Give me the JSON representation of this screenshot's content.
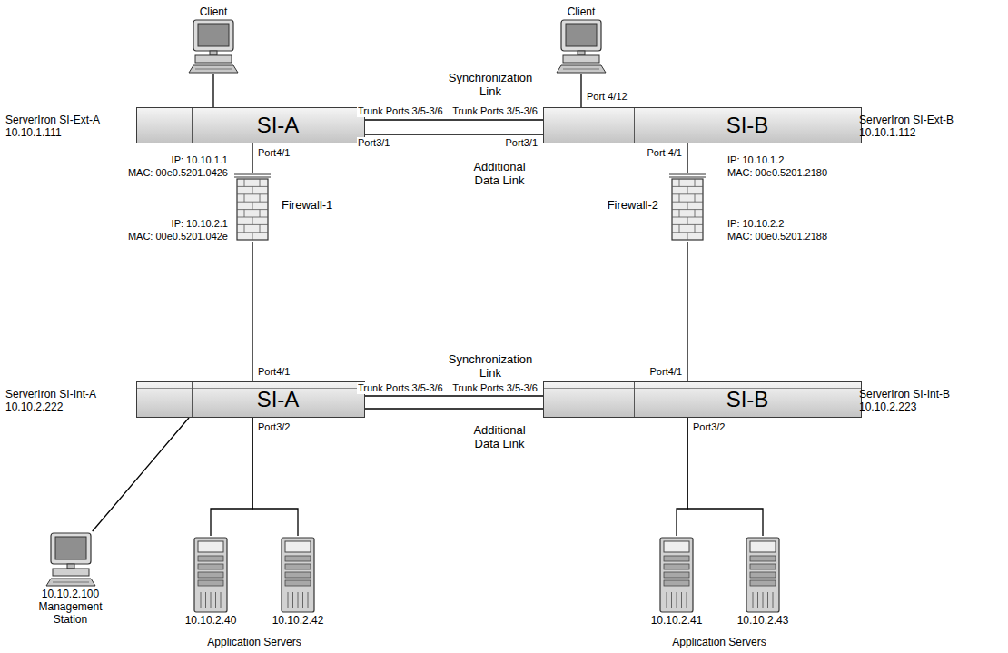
{
  "diagram": {
    "nodes": [
      {
        "text": [
          "Client"
        ]
      },
      {
        "text": [
          "Client"
        ]
      },
      {
        "text": [
          "ServerIron SI-Ext-A 10.10.1.111",
          "SI-A"
        ]
      },
      {
        "text": [
          "ServerIron SI-Ext-B 10.10.1.112",
          "SI-B"
        ]
      },
      {
        "text": [
          "Firewall-1"
        ]
      },
      {
        "text": [
          "Firewall-2"
        ]
      },
      {
        "text": [
          "ServerIron SI-Int-A 10.10.2.222",
          "SI-A"
        ]
      },
      {
        "text": [
          "ServerIron SI-Int-B 10.10.2.223",
          "SI-B"
        ]
      },
      {
        "text": [
          "10.10.2.100",
          "Management Station"
        ]
      },
      {
        "text": [
          "10.10.2.40"
        ]
      },
      {
        "text": [
          "10.10.2.42"
        ]
      },
      {
        "text": [
          "10.10.2.41"
        ]
      },
      {
        "text": [
          "10.10.2.43"
        ]
      }
    ],
    "edges": [
      {
        "from": 0,
        "to": 2,
        "arrow": "none"
      },
      {
        "from": 1,
        "to": 3,
        "arrow": "none"
      },
      {
        "from": 2,
        "to": 3,
        "label": "Synchronization Link",
        "arrow": "none"
      },
      {
        "from": 2,
        "to": 3,
        "label": "Additional Data Link",
        "arrow": "none"
      },
      {
        "from": 2,
        "to": 4,
        "arrow": "none"
      },
      {
        "from": 4,
        "to": 6,
        "arrow": "none"
      },
      {
        "from": 3,
        "to": 5,
        "arrow": "none"
      },
      {
        "from": 5,
        "to": 7,
        "arrow": "none"
      },
      {
        "from": 6,
        "to": 7,
        "label": "Synchronization Link",
        "arrow": "none"
      },
      {
        "from": 6,
        "to": 7,
        "label": "Additional Data Link",
        "arrow": "none"
      },
      {
        "from": 6,
        "to": 8,
        "arrow": "none"
      },
      {
        "from": 6,
        "to": 9,
        "arrow": "none"
      },
      {
        "from": 6,
        "to": 10,
        "arrow": "none"
      },
      {
        "from": 7,
        "to": 11,
        "arrow": "none"
      },
      {
        "from": 7,
        "to": 12,
        "arrow": "none"
      }
    ],
    "labels": [
      "Trunk Ports 3/5-3/6",
      "Trunk Ports 3/5-3/6",
      "Port3/1",
      "Port3/1",
      "Port4/1",
      "Port 4/12",
      "Port 4/1",
      "IP: 10.10.1.1",
      "MAC: 00e0.5201.0426",
      "IP: 10.10.2.1",
      "MAC: 00e0.5201.042e",
      "IP: 10.10.1.2",
      "MAC: 00e0.5201.2180",
      "IP: 10.10.2.2",
      "MAC: 00e0.5201.2188",
      "Trunk Ports 3/5-3/6",
      "Trunk Ports 3/5-3/6",
      "Port4/1",
      "Port4/1",
      "Port3/2",
      "Port3/2",
      "Application Servers",
      "Application Servers"
    ]
  }
}
